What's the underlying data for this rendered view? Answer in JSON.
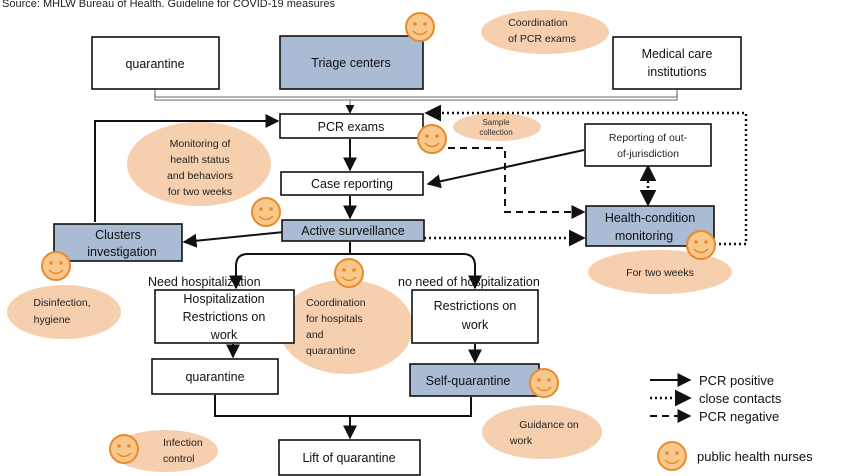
{
  "source": "Source: MHLW Bureau of Health. Guideline for COVID-19 measures",
  "nodes": {
    "quarantine_top": "quarantine",
    "triage": "Triage centers",
    "medical_line1": "Medical care",
    "medical_line2": "institutions",
    "pcr": "PCR exams",
    "case_reporting": "Case reporting",
    "active_surveillance": "Active surveillance",
    "clusters_line1": "Clusters",
    "clusters_line2": "investigation",
    "reporting_line1": "Reporting of out-",
    "reporting_line2": "of-jurisdiction",
    "health_line1": "Health-condition",
    "health_line2": "monitoring",
    "hosp_line1": "Hospitalization",
    "hosp_line2": "Restrictions on",
    "hosp_line3": "work",
    "restr_line1": "Restrictions on",
    "restr_line2": "work",
    "quarantine_mid": "quarantine",
    "self_quarantine": "Self-quarantine",
    "lift": "Lift of quarantine"
  },
  "branch_labels": {
    "need": "Need hospitalization",
    "no_need": "no need of hospitalization"
  },
  "notes": {
    "coordination_pcr_line1": "Coordination",
    "coordination_pcr_line2": "of PCR exams",
    "sample_line1": "Sample",
    "sample_line2": "collection",
    "monitoring_line1": "Monitoring of",
    "monitoring_line2": "health status",
    "monitoring_line3": "and behaviors",
    "monitoring_line4": "for two weeks",
    "for_two_weeks": "For two weeks",
    "disinfection_line1": "Disinfection,",
    "disinfection_line2": "hygiene",
    "coord_hosp_line1": "Coordination",
    "coord_hosp_line2": "for hospitals",
    "coord_hosp_line3": "and",
    "coord_hosp_line4": "quarantine",
    "guidance_line1": "Guidance on",
    "guidance_line2": "work",
    "infection_line1": "Infection",
    "infection_line2": "control"
  },
  "legend": {
    "pcr_positive": "PCR positive",
    "close_contacts": "close contacts",
    "pcr_negative": "PCR negative",
    "nurses": "public health nurses"
  },
  "colors": {
    "highlight_box": "#a9bcd4",
    "note_fill": "#f6cfae",
    "face_fill": "#f7c78c",
    "face_stroke": "#e98a2b"
  },
  "icons": {
    "nurse": "smiley-face-icon"
  }
}
